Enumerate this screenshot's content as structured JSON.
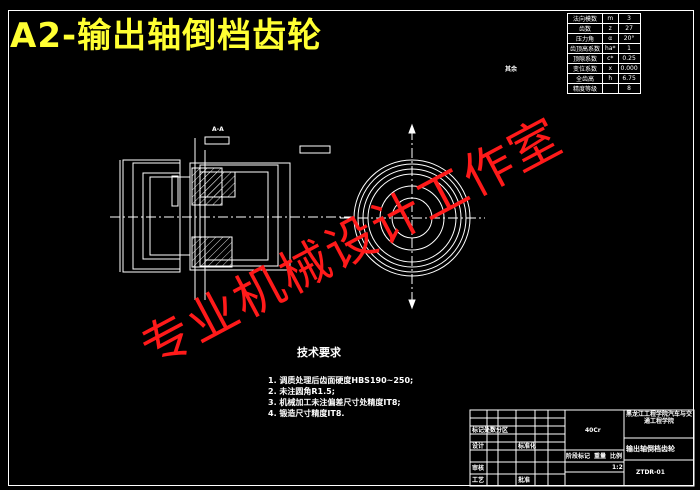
{
  "title": "A2-输出轴倒档齿轮",
  "watermark": "专业机械设计工作室",
  "params": [
    {
      "name": "法向模数",
      "sym": "m",
      "val": "3"
    },
    {
      "name": "齿数",
      "sym": "z",
      "val": "27"
    },
    {
      "name": "压力角",
      "sym": "α",
      "val": "20°"
    },
    {
      "name": "齿顶高系数",
      "sym": "ha*",
      "val": "1"
    },
    {
      "name": "顶隙系数",
      "sym": "c*",
      "val": "0.25"
    },
    {
      "name": "变位系数",
      "sym": "x",
      "val": "0.000"
    },
    {
      "name": "全齿高",
      "sym": "h",
      "val": "6.75"
    },
    {
      "name": "精度等级",
      "sym": "",
      "val": "8"
    }
  ],
  "roughness_note": "其余",
  "section_label": "A-A",
  "tech_title": "技术要求",
  "tech_items": [
    "1. 调质处理后齿面硬度HBS190~250;",
    "2. 未注圆角R1.5;",
    "3. 机械加工未注偏差尺寸处精度IT8;",
    "4. 锻造尺寸精度IT8."
  ],
  "title_block": {
    "school": "黑龙江工程学院汽车与交通工程学院",
    "part_name": "输出轴倒档齿轮",
    "material": "40Cr",
    "drawing_no": "ZTDR-01",
    "stage_label": "阶段标记",
    "weight_label": "重量",
    "scale_label": "比例",
    "scale": "1:2",
    "design": "设计",
    "check": "审核",
    "process": "工艺",
    "standard": "标准化",
    "approve": "批准",
    "revision": "标记处数分区"
  }
}
